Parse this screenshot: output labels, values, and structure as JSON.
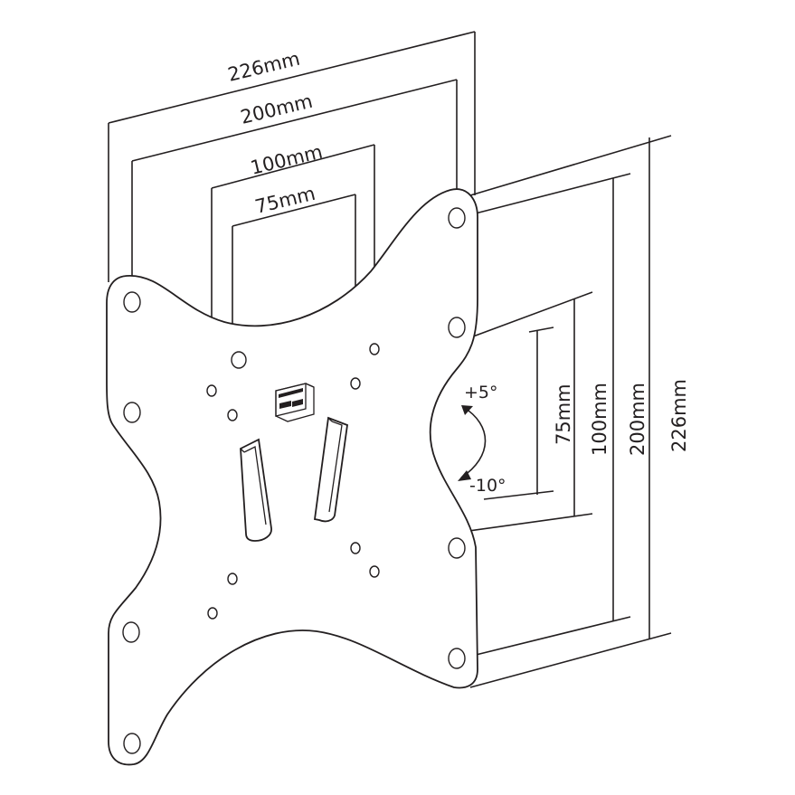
{
  "horizontal_dimensions": {
    "h226": "226mm",
    "h200": "200mm",
    "h100": "100mm",
    "h75": "75mm"
  },
  "vertical_dimensions": {
    "v75": "75mm",
    "v100": "100mm",
    "v200": "200mm",
    "v226": "226mm"
  },
  "tilt": {
    "up": "+5°",
    "down": "-10°"
  }
}
